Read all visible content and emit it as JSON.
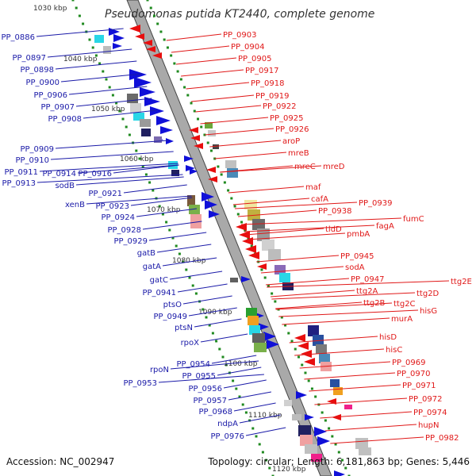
{
  "title": "Pseudomonas putida KT2440, complete genome",
  "accession": "Accession: NC_002947",
  "topology": "Topology: circular; Length: 6,181,863 bp; Genes: 5,446",
  "colors": {
    "left_labels": "#1a1aa8",
    "right_labels": "#e01818",
    "genome_axis": "#a9a9a9",
    "axis_edge": "#444444",
    "tick_dots": "#1f8a1f"
  },
  "kbp_marks": [
    "1030 kbp",
    "1040 kbp",
    "1050 kbp",
    "1060 kbp",
    "1070 kbp",
    "1080 kbp",
    "1090 kbp",
    "1100 kbp",
    "1110 kbp",
    "1120 kbp"
  ],
  "left_genes": [
    "PP_0886",
    "PP_0897",
    "PP_0898",
    "PP_0900",
    "PP_0906",
    "PP_0907",
    "PP_0908",
    "PP_0909",
    "PP_0910",
    "PP_0911",
    "PP_0914",
    "PP_0916",
    "PP_0913",
    "sodB",
    "PP_0921",
    "xenB",
    "PP_0923",
    "PP_0924",
    "PP_0928",
    "PP_0929",
    "gatB",
    "gatA",
    "gatC",
    "PP_0941",
    "ptsO",
    "PP_0949",
    "ptsN",
    "rpoX",
    "PP_0954",
    "rpoN",
    "PP_0955",
    "PP_0953",
    "PP_0956",
    "PP_0957",
    "PP_0968",
    "ndpA",
    "PP_0976"
  ],
  "right_genes": [
    "PP_0903",
    "PP_0904",
    "PP_0905",
    "PP_0917",
    "PP_0918",
    "PP_0919",
    "PP_0922",
    "PP_0925",
    "PP_0926",
    "aroP",
    "mreB",
    "mreC",
    "mreD",
    "maf",
    "cafA",
    "PP_0938",
    "PP_0939",
    "tldD",
    "pmbA",
    "fagA",
    "fumC",
    "PP_0945",
    "sodA",
    "PP_0947",
    "ttg2E",
    "ttg2D",
    "ttg2A",
    "ttg2B",
    "ttg2C",
    "hisG",
    "murA",
    "hisD",
    "hisC",
    "PP_0969",
    "PP_0970",
    "PP_0971",
    "PP_0972",
    "PP_0974",
    "hupN",
    "PP_0982"
  ]
}
